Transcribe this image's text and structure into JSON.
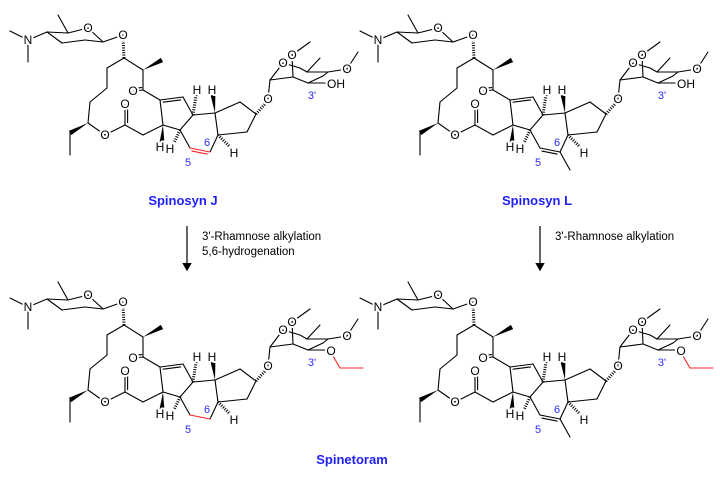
{
  "colors": {
    "label": "#1f1fff",
    "position": "#2a2aff",
    "modification": "#ff2020"
  },
  "atoms": {
    "N": "N",
    "O": "O",
    "H": "H",
    "OH": "OH",
    "pos3": "3'",
    "pos5": "5",
    "pos6": "6"
  },
  "molecules": [
    {
      "name": "Spinosyn J",
      "variant": "J"
    },
    {
      "name": "Spinosyn L",
      "variant": "L"
    },
    {
      "name": "",
      "variant": "J-ethyl"
    },
    {
      "name": "",
      "variant": "L-ethyl"
    }
  ],
  "product_label": "Spinetoram",
  "reactions": [
    {
      "step1": "3'-Rhamnose alkylation",
      "step2": "5,6-hydrogenation"
    },
    {
      "step1": "3'-Rhamnose alkylation"
    }
  ]
}
